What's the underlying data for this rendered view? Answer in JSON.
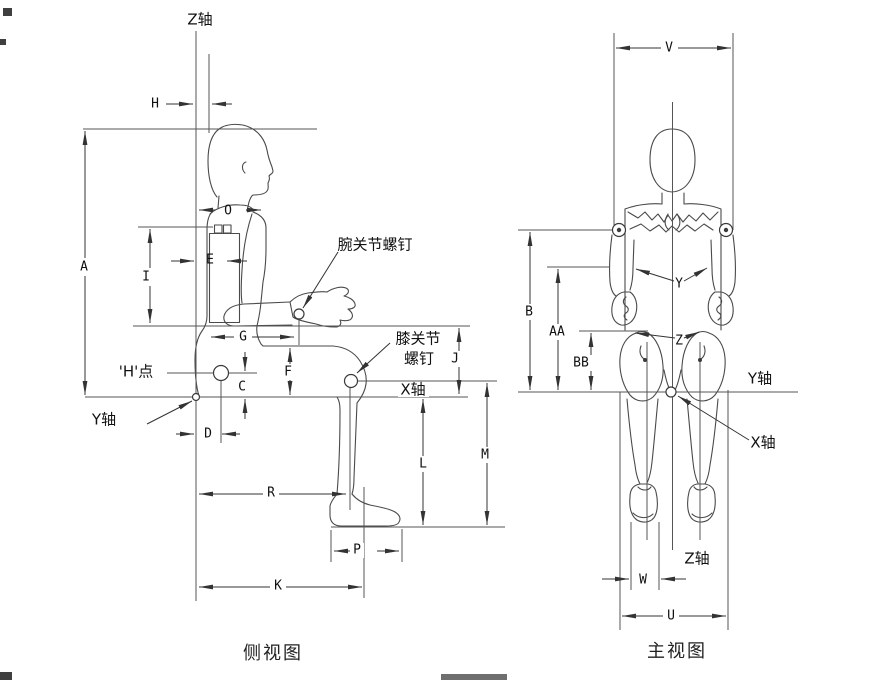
{
  "side": {
    "caption": "侧视图",
    "axes": {
      "z": "Z轴",
      "y": "Y轴",
      "x": "X轴"
    },
    "annotations": {
      "wrist_screw": "腕关节螺钉",
      "knee_screw_line1": "膝关节",
      "knee_screw_line2": "螺钉",
      "h_point": "'H'点"
    },
    "dims": {
      "A": "A",
      "H": "H",
      "O": "O",
      "E": "E",
      "I": "I",
      "G": "G",
      "C": "C",
      "F": "F",
      "D": "D",
      "J": "J",
      "L": "L",
      "M": "M",
      "R": "R",
      "K": "K",
      "P": "P"
    }
  },
  "front": {
    "caption": "主视图",
    "axes": {
      "y": "Y轴",
      "x": "X轴",
      "z": "Z轴"
    },
    "dims": {
      "V": "V",
      "B": "B",
      "AA": "AA",
      "BB": "BB",
      "Y": "Y",
      "Z": "Z",
      "W": "W",
      "U": "U"
    }
  }
}
